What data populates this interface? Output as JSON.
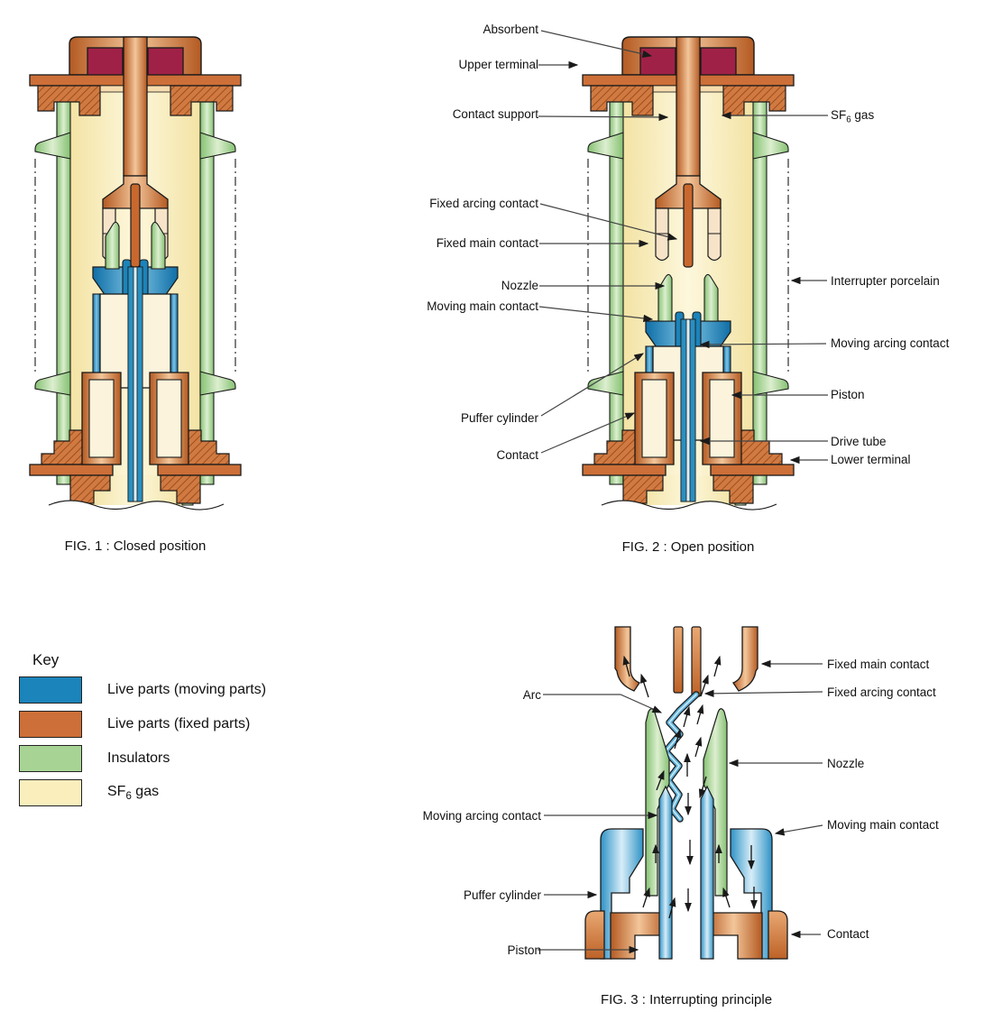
{
  "figures": {
    "fig1": {
      "caption": "FIG. 1 : Closed position"
    },
    "fig2": {
      "caption": "FIG. 2 : Open position",
      "labels_left": [
        {
          "text": "Absorbent"
        },
        {
          "text": "Upper terminal"
        },
        {
          "text": "Contact support"
        },
        {
          "text": "Fixed arcing contact"
        },
        {
          "text": "Fixed main contact"
        },
        {
          "text": "Nozzle"
        },
        {
          "text": "Moving main contact"
        },
        {
          "text": "Puffer cylinder"
        },
        {
          "text": "Contact"
        }
      ],
      "labels_right": [
        {
          "pre": "SF",
          "sub": "6",
          "post": " gas"
        },
        {
          "text": "Interrupter porcelain"
        },
        {
          "text": "Moving arcing contact"
        },
        {
          "text": "Piston"
        },
        {
          "text": "Drive tube"
        },
        {
          "text": "Lower terminal"
        }
      ]
    },
    "fig3": {
      "caption": "FIG. 3 : Interrupting principle",
      "labels_left": [
        {
          "text": "Arc"
        },
        {
          "text": "Moving arcing contact"
        },
        {
          "text": "Puffer cylinder"
        },
        {
          "text": "Piston"
        }
      ],
      "labels_right": [
        {
          "text": "Fixed main contact"
        },
        {
          "text": "Fixed arcing contact"
        },
        {
          "text": "Nozzle"
        },
        {
          "text": "Moving main contact"
        },
        {
          "text": "Contact"
        }
      ]
    }
  },
  "key": {
    "title": "Key",
    "items": [
      {
        "label": "Live parts (moving parts)",
        "color": "#1b84ba"
      },
      {
        "label": "Live parts (fixed parts)",
        "color": "#cd6f38"
      },
      {
        "label": "Insulators",
        "color": "#a7d494"
      },
      {
        "pre": "SF",
        "sub": "6",
        "post": " gas",
        "color": "#faeebd"
      }
    ]
  },
  "palette": {
    "moving_parts_blue": "#1b84ba",
    "fixed_parts_orange": "#cd6f38",
    "insulator_green": "#a7d494",
    "sf6_gas_yellow": "#faeebd",
    "absorbent_maroon": "#a02147",
    "outline": "#1a1a1a",
    "leader_line": "#444444"
  }
}
